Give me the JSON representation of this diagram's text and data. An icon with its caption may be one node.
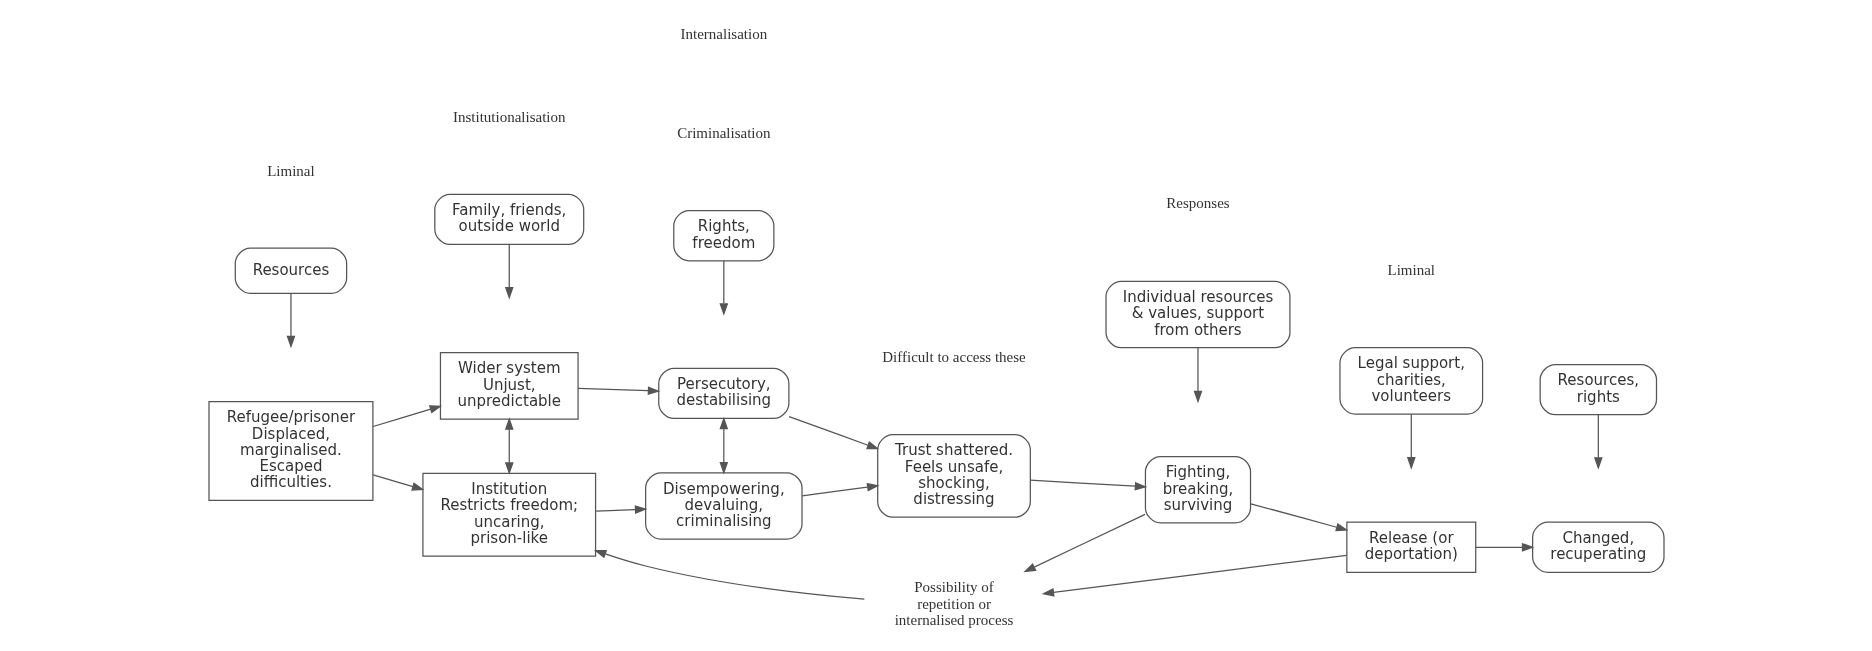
{
  "diagram": {
    "nodes": [
      {
        "text": [
          "Refugee/prisoner Displaced, marginalised. Escaped difficulties."
        ]
      },
      {
        "text": [
          "Wider system Unjust, unpredictable"
        ]
      },
      {
        "text": [
          "Institution Restricts freedom; uncaring, prison-like"
        ]
      },
      {
        "text": [
          "Persecutory, destabilising"
        ]
      },
      {
        "text": [
          "Disempowering, devaluing, criminalising"
        ]
      },
      {
        "text": [
          "Trust shattered. Feels unsafe, shocking, distressing"
        ]
      },
      {
        "text": [
          "Fighting, breaking, surviving"
        ]
      },
      {
        "text": [
          "Release (or deportation)"
        ]
      },
      {
        "text": [
          "Changed, recuperating"
        ]
      },
      {
        "text": [
          "Possibility of repetition or internalised process"
        ]
      },
      {
        "text": [
          "Resources"
        ]
      },
      {
        "text": [
          "Family, friends, outside world"
        ]
      },
      {
        "text": [
          "Rights, freedom"
        ]
      },
      {
        "text": [
          "Individual resources & values, support from others"
        ]
      },
      {
        "text": [
          "Legal support, charities, volunteers"
        ]
      },
      {
        "text": [
          "Resources, rights"
        ]
      }
    ],
    "edges": [
      {
        "from": 0,
        "to": 1,
        "arrow": "to"
      },
      {
        "from": 0,
        "to": 2,
        "arrow": "to"
      },
      {
        "from": 1,
        "to": 2,
        "arrow": "both"
      },
      {
        "from": 1,
        "to": 3,
        "arrow": "to"
      },
      {
        "from": 2,
        "to": 4,
        "arrow": "to"
      },
      {
        "from": 3,
        "to": 4,
        "arrow": "both"
      },
      {
        "from": 3,
        "to": 5,
        "arrow": "to"
      },
      {
        "from": 4,
        "to": 5,
        "arrow": "to"
      },
      {
        "from": 5,
        "to": 6,
        "arrow": "to"
      },
      {
        "from": 6,
        "to": 7,
        "arrow": "to"
      },
      {
        "from": 7,
        "to": 8,
        "arrow": "to"
      },
      {
        "from": 6,
        "to": 9,
        "arrow": "to"
      },
      {
        "from": 7,
        "to": 9,
        "arrow": "to"
      },
      {
        "from": 9,
        "to": 2,
        "arrow": "to"
      },
      {
        "from": 10,
        "to": null,
        "arrow": "to"
      },
      {
        "from": 11,
        "to": null,
        "arrow": "to"
      },
      {
        "from": 12,
        "to": null,
        "arrow": "to"
      },
      {
        "from": 13,
        "to": null,
        "arrow": "to"
      },
      {
        "from": 14,
        "to": null,
        "arrow": "to"
      },
      {
        "from": 15,
        "to": null,
        "arrow": "to"
      }
    ],
    "labels": [
      "Institutionalisation",
      "Criminalisation",
      "Liminal",
      "Responses",
      "Liminal",
      "Internalisation",
      "Difficult to access these"
    ]
  }
}
